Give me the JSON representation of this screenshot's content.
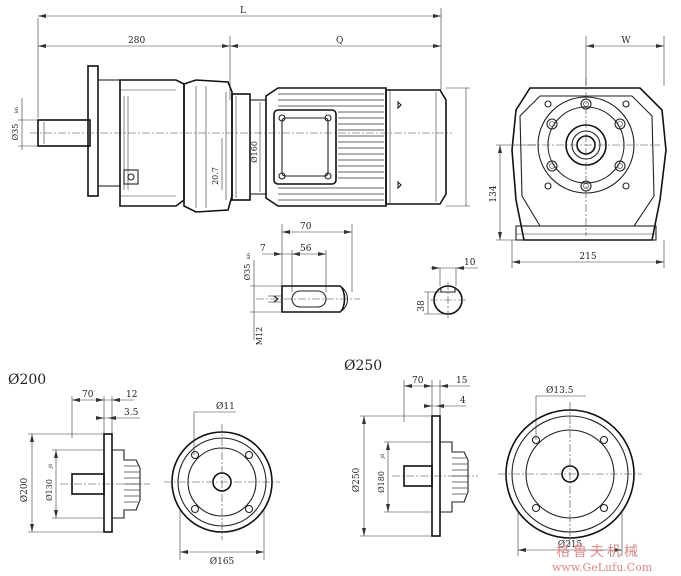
{
  "main_view": {
    "total_length": "L",
    "gearbox_length": "280",
    "motor_length": "Q",
    "shaft_diameter": "Ø35",
    "shaft_tolerance": "k6",
    "center_offset": "20.7",
    "motor_diameter": "Ø160"
  },
  "end_view": {
    "width": "W",
    "height": "134",
    "base_width": "215"
  },
  "shaft_detail": {
    "overall": "70",
    "key_offset": "7",
    "key_length": "56",
    "diameter": "Ø35",
    "tolerance": "k6",
    "thread": "M12",
    "key_width": "10",
    "key_height": "38"
  },
  "flange_200": {
    "title": "Ø200",
    "shaft_length": "70",
    "flange_thickness": "12",
    "spigot": "3.5",
    "outer_diameter": "Ø200",
    "spigot_diameter": "Ø130",
    "spigot_tolerance": "j6",
    "hole_diameter": "Ø11",
    "bolt_circle": "Ø165"
  },
  "flange_250": {
    "title": "Ø250",
    "shaft_length": "70",
    "flange_thickness": "15",
    "spigot": "4",
    "outer_diameter": "Ø250",
    "spigot_diameter": "Ø180",
    "spigot_tolerance": "j6",
    "hole_diameter": "Ø13.5",
    "bolt_circle": "Ø215"
  },
  "watermark": {
    "text": "格鲁夫机械",
    "url": "www.GeLufu.Com"
  }
}
